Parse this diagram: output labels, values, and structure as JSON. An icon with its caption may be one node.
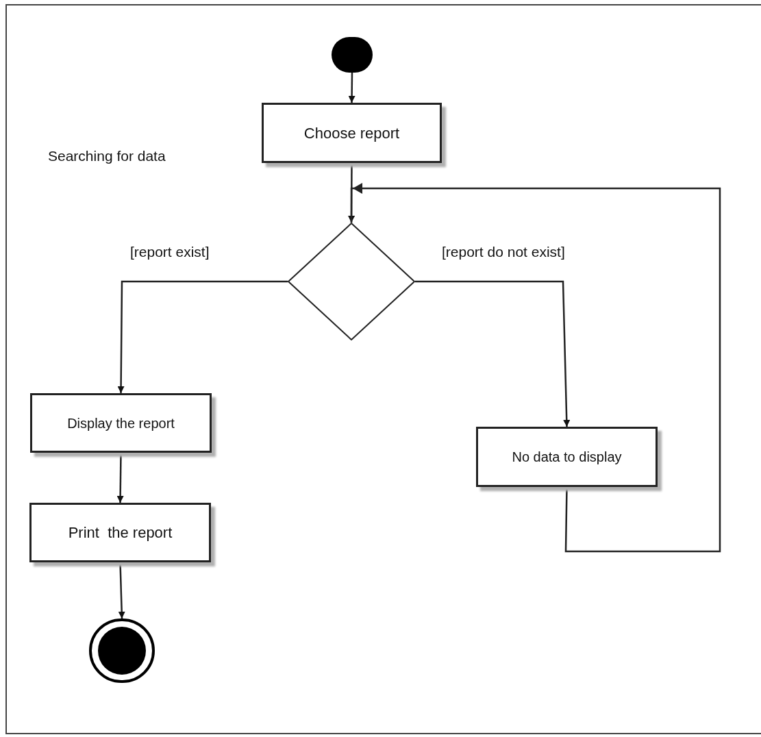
{
  "diagram": {
    "nodes": [
      {
        "text": [],
        "shape": "circle"
      },
      {
        "text": [
          "Choose report"
        ]
      },
      {
        "text": [],
        "shape": "diamond"
      },
      {
        "text": [
          "Display the report"
        ]
      },
      {
        "text": [
          "No data to display"
        ]
      },
      {
        "text": [
          "Print  the report"
        ]
      },
      {
        "text": [],
        "shape": "circle"
      }
    ],
    "edges": [
      {
        "from": 0,
        "to": 1,
        "arrow": "to"
      },
      {
        "from": 1,
        "to": 2,
        "arrow": "to"
      },
      {
        "from": 2,
        "to": 3,
        "arrow": "to",
        "label": "[report exist]"
      },
      {
        "from": 2,
        "to": 4,
        "arrow": "to",
        "label": "[report do not exist]"
      },
      {
        "from": 4,
        "to": 2,
        "arrow": "to"
      },
      {
        "from": 3,
        "to": 5,
        "arrow": "to"
      },
      {
        "from": 5,
        "to": 6,
        "arrow": "to"
      }
    ],
    "labels": [
      "Searching for data"
    ]
  }
}
